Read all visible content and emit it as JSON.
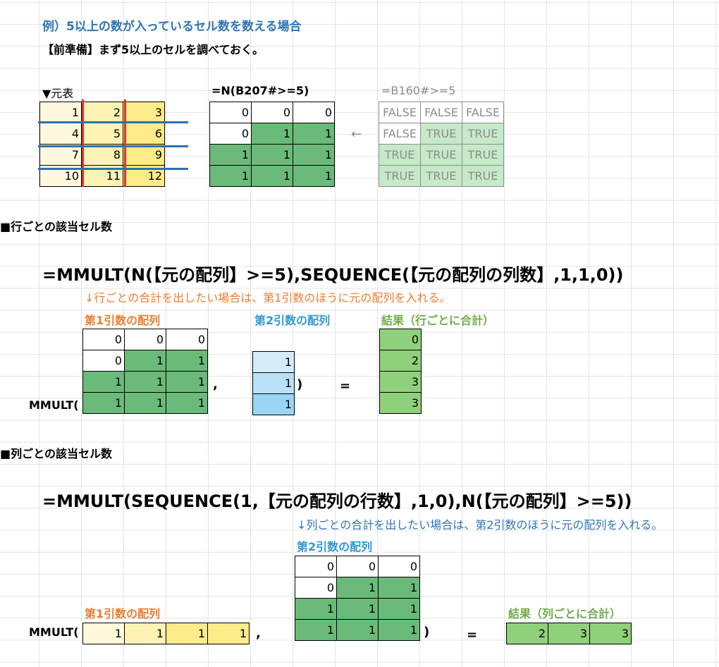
{
  "texts": {
    "title": "例）5以上の数が入っているセル数を数える場合",
    "prep": "【前準備】まず5以上のセルを調べておく。",
    "orig_label": "▼元表",
    "formula_n": "=N(B207#>=5)",
    "formula_bool": "=B160#>=5",
    "arrow": "←",
    "sec_row": "■行ごとの該当セル数",
    "formula_row": "=MMULT(N(【元の配列】>=5),SEQUENCE(【元の配列の列数】,1,1,0))",
    "note_row": "↓行ごとの合計を出したい場合は、第1引数のほうに元の配列を入れる。",
    "lab_arg1": "第1引数の配列",
    "lab_arg2": "第2引数の配列",
    "lab_res_row": "結果（行ごとに合計）",
    "mmult": "MMULT(",
    "comma": ",",
    "close": ")",
    "equals": "=",
    "sec_col": "■列ごとの該当セル数",
    "formula_col": "=MMULT(SEQUENCE(1,【元の配列の行数】,1,0),N(【元の配列】>=5))",
    "note_col": "↓列ごとの合計を出したい場合は、第2引数のほうに元の配列を入れる。",
    "lab_res_col": "結果（列ごとに合計）"
  },
  "orig_table": [
    [
      "1",
      "2",
      "3"
    ],
    [
      "4",
      "5",
      "6"
    ],
    [
      "7",
      "8",
      "9"
    ],
    [
      "10",
      "11",
      "12"
    ]
  ],
  "n_table": [
    [
      "0",
      "0",
      "0"
    ],
    [
      "0",
      "1",
      "1"
    ],
    [
      "1",
      "1",
      "1"
    ],
    [
      "1",
      "1",
      "1"
    ]
  ],
  "bool_table": [
    [
      "FALSE",
      "FALSE",
      "FALSE"
    ],
    [
      "FALSE",
      "TRUE",
      "TRUE"
    ],
    [
      "TRUE",
      "TRUE",
      "TRUE"
    ],
    [
      "TRUE",
      "TRUE",
      "TRUE"
    ]
  ],
  "row_arg1": [
    [
      "0",
      "0",
      "0"
    ],
    [
      "0",
      "1",
      "1"
    ],
    [
      "1",
      "1",
      "1"
    ],
    [
      "1",
      "1",
      "1"
    ]
  ],
  "row_arg2": [
    "1",
    "1",
    "1"
  ],
  "row_result": [
    "0",
    "2",
    "3",
    "3"
  ],
  "col_arg1": [
    "1",
    "1",
    "1",
    "1"
  ],
  "col_arg2": [
    [
      "0",
      "0",
      "0"
    ],
    [
      "0",
      "1",
      "1"
    ],
    [
      "1",
      "1",
      "1"
    ],
    [
      "1",
      "1",
      "1"
    ]
  ],
  "col_result": [
    "2",
    "3",
    "3"
  ],
  "colors": {
    "title_blue": "#2e75b6",
    "label_orange": "#ed7d31",
    "label_green": "#70ad47",
    "cell_green": "#6aba79",
    "result_green": "#8fd07a",
    "red_line": "#e0302c",
    "blue_line": "#2f6fb0"
  }
}
